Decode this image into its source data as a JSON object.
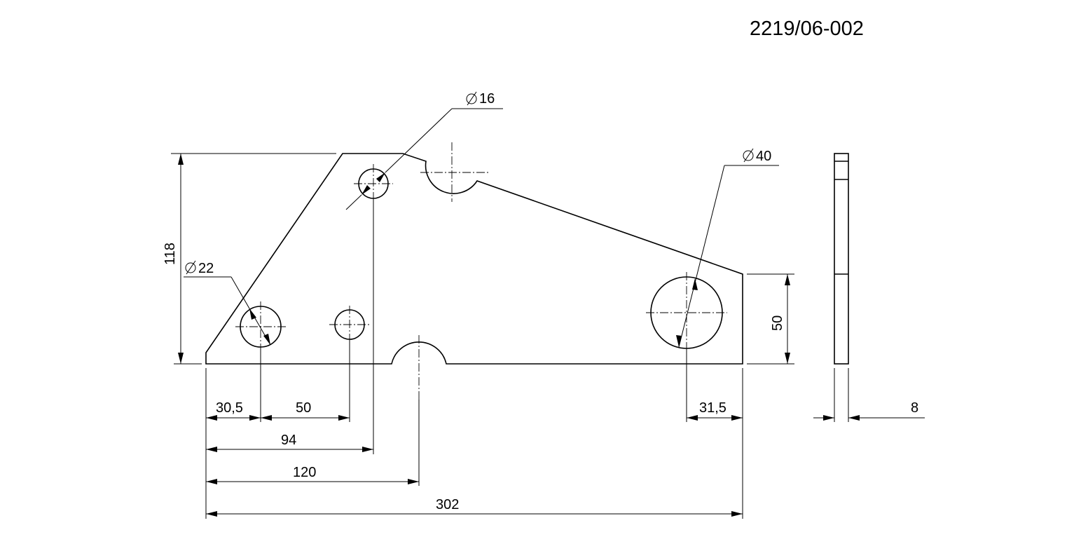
{
  "drawing_number": "2219/06-002",
  "diameters": {
    "d16": "16",
    "d22": "22",
    "d40": "40"
  },
  "dimensions": {
    "height_118": "118",
    "height_50": "50",
    "x_30_5": "30,5",
    "x_50": "50",
    "x_94": "94",
    "x_120": "120",
    "x_302": "302",
    "x_31_5": "31,5",
    "thickness_8": "8"
  },
  "colors": {
    "line": "#000000",
    "background": "#ffffff"
  }
}
